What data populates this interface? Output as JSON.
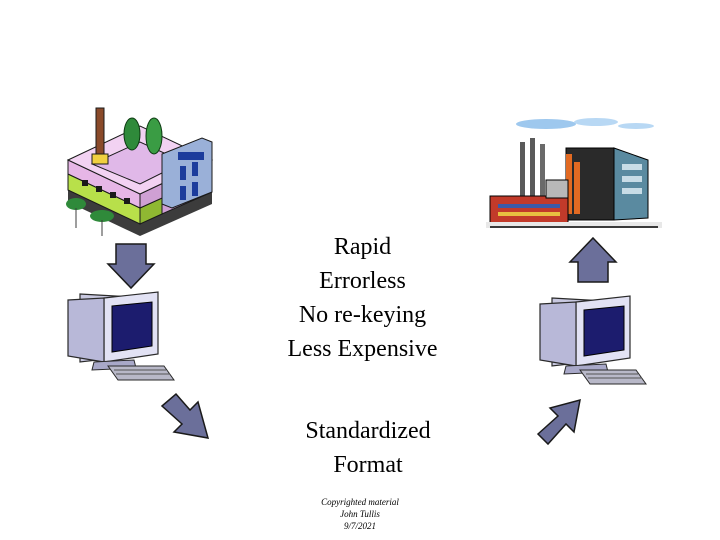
{
  "benefits": {
    "lines": [
      "Rapid",
      "Errorless",
      "No re-keying",
      "Less Expensive"
    ]
  },
  "format": {
    "lines": [
      "Standardized",
      "Format"
    ]
  },
  "copyright": {
    "lines": [
      "Copyrighted material",
      "John Tullis",
      "9/7/2021"
    ]
  },
  "icons": {
    "left_factory": "factory-icon",
    "right_factory": "industrial-plant-icon",
    "left_computer": "computer-icon",
    "right_computer": "computer-icon",
    "arrows": [
      "arrow-down-icon",
      "arrow-down-right-icon",
      "arrow-up-right-icon",
      "arrow-up-icon"
    ]
  },
  "colors": {
    "arrow_fill": "#6b6f9a",
    "monitor_body": "#d9d9f0",
    "monitor_screen": "#1c1c6e",
    "building_pink": "#d7a8d8",
    "building_lime": "#b8e04a",
    "tree_green": "#2f8a3a"
  }
}
